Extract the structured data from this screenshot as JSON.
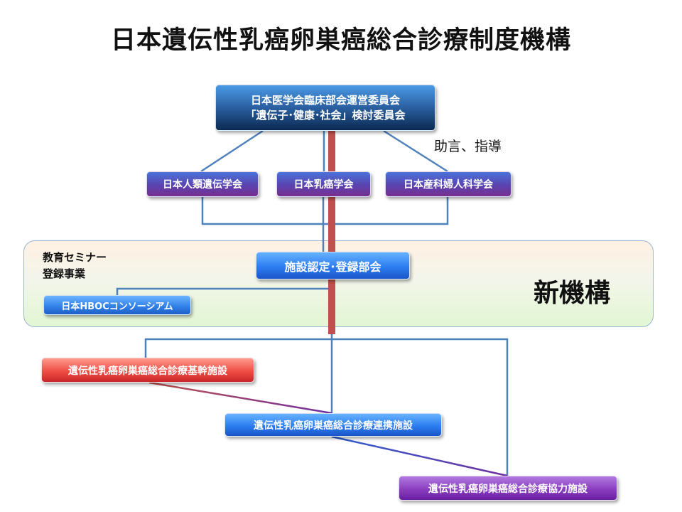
{
  "title": "日本遺伝性乳癌卵巣癌総合診療制度機構",
  "top_committee": {
    "line1": "日本医学会臨床部会運営委員会",
    "line2": "「遺伝子･健康･社会」検討委員会"
  },
  "advice_label": "助言、指導",
  "societies": [
    {
      "label": "日本人類遺伝学会"
    },
    {
      "label": "日本乳癌学会"
    },
    {
      "label": "日本産科婦人科学会"
    }
  ],
  "new_body": {
    "seminar_line1": "教育セミナー",
    "seminar_line2": "登録事業",
    "registration_dept": "施設認定･登録部会",
    "consortium": "日本HBOCコンソーシアム",
    "label": "新機構"
  },
  "facilities": {
    "base": "遺伝性乳癌卵巣癌総合診療基幹施設",
    "link": "遺伝性乳癌卵巣癌総合診療連携施設",
    "coop": "遺伝性乳癌卵巣癌総合診療協力施設"
  },
  "colors": {
    "connector": "#4f81bd",
    "advice_line": "#c0504d",
    "gradient_start": "#c0504d",
    "gradient_end": "#7030a0"
  }
}
